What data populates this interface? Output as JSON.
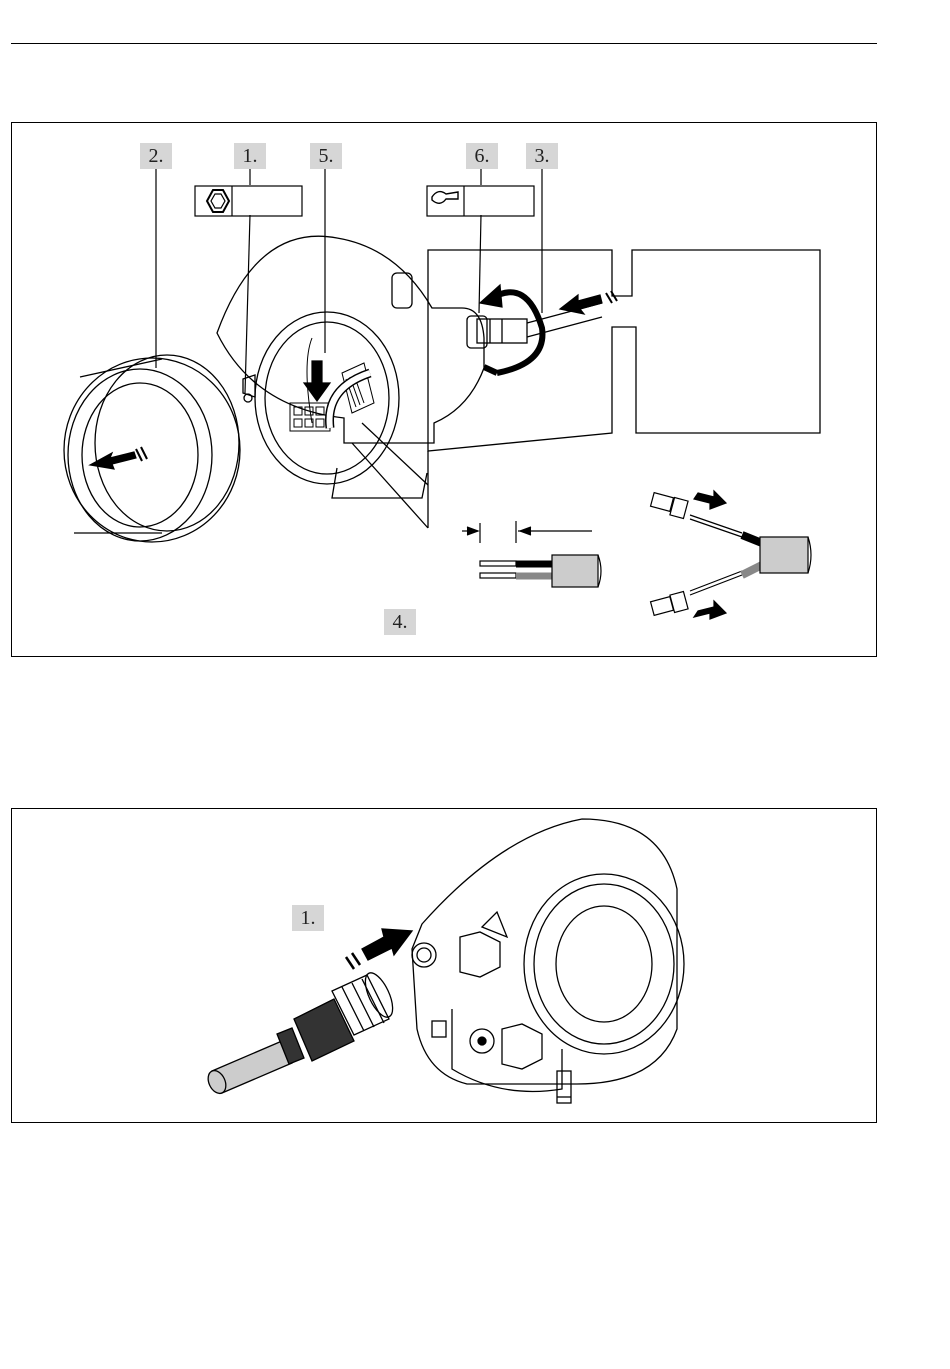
{
  "figure1": {
    "steps": {
      "s1": "1.",
      "s2": "2.",
      "s3": "3.",
      "s4": "4.",
      "s5": "5.",
      "s6": "6."
    },
    "icons": [
      "hex-key-icon",
      "open-end-wrench-icon"
    ]
  },
  "figure2": {
    "steps": {
      "s1": "1."
    }
  }
}
